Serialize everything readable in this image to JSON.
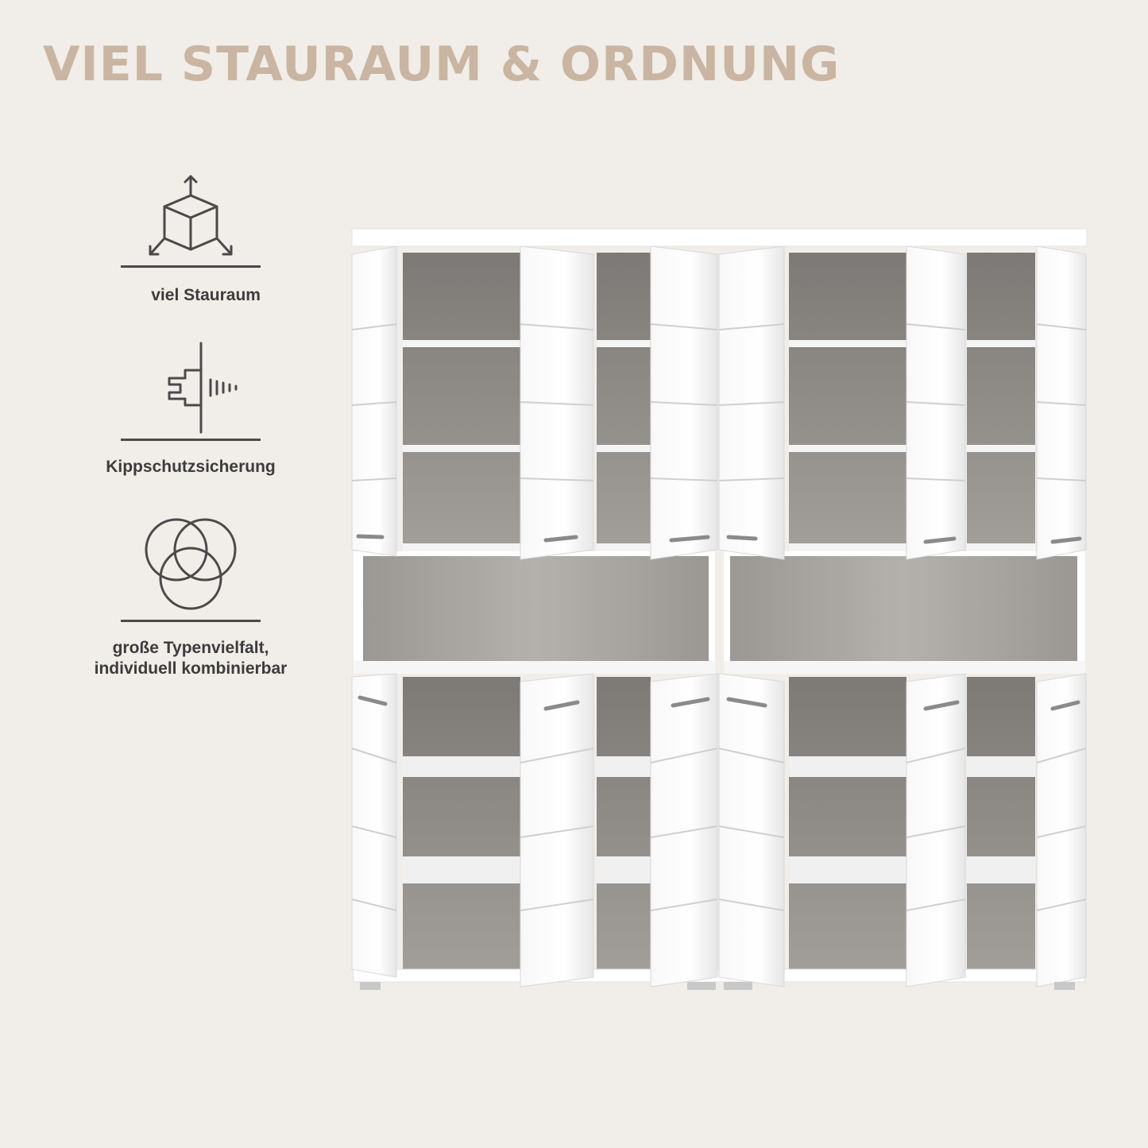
{
  "headline": "VIEL STAURAUM & ORDNUNG",
  "colors": {
    "background": "#f1ede8",
    "headline": "#c9b5a1",
    "icon_line": "#4a4a4a",
    "text": "#3c3c3c",
    "cabinet_white": "#ffffff",
    "cabinet_interior": "#8e8a86"
  },
  "features": [
    {
      "icon": "cube-dimensions-icon",
      "label": "viel Stauraum"
    },
    {
      "icon": "wall-anchor-screw-icon",
      "label": "Kippschutzsicherung"
    },
    {
      "icon": "overlapping-circles-icon",
      "label": "große Typenvielfalt,",
      "label_line2": "individuell kombinierbar"
    }
  ]
}
